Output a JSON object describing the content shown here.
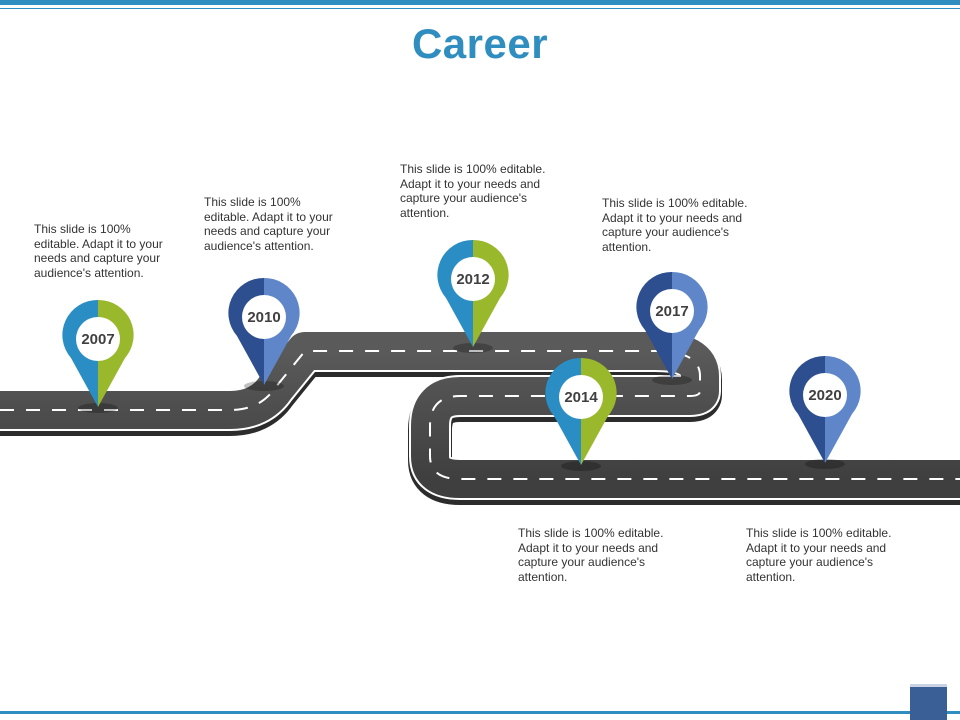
{
  "title": "Career",
  "colors": {
    "accent": "#2f8ebf",
    "road": "#4d4d4d",
    "pin_blue": "#2a8ec5",
    "pin_green": "#9ab82c",
    "pin_navy": "#2e4f8f",
    "pin_periwinkle": "#5f86c8"
  },
  "milestones": [
    {
      "year": "2007",
      "text": "This slide is 100% editable. Adapt it to your needs and capture your audience's attention.",
      "style": "blue-green"
    },
    {
      "year": "2010",
      "text": "This slide is 100% editable. Adapt it to your needs and capture your audience's attention.",
      "style": "navy"
    },
    {
      "year": "2012",
      "text": "This slide is 100% editable. Adapt it to your needs and capture your audience's attention.",
      "style": "blue-green"
    },
    {
      "year": "2017",
      "text": "This slide is 100% editable. Adapt it to your needs and capture your audience's attention.",
      "style": "navy"
    },
    {
      "year": "2014",
      "text": "This slide is 100% editable. Adapt it to your needs and capture your audience's attention.",
      "style": "blue-green"
    },
    {
      "year": "2020",
      "text": "This slide is 100% editable. Adapt it to your needs and capture your audience's attention.",
      "style": "navy"
    }
  ]
}
